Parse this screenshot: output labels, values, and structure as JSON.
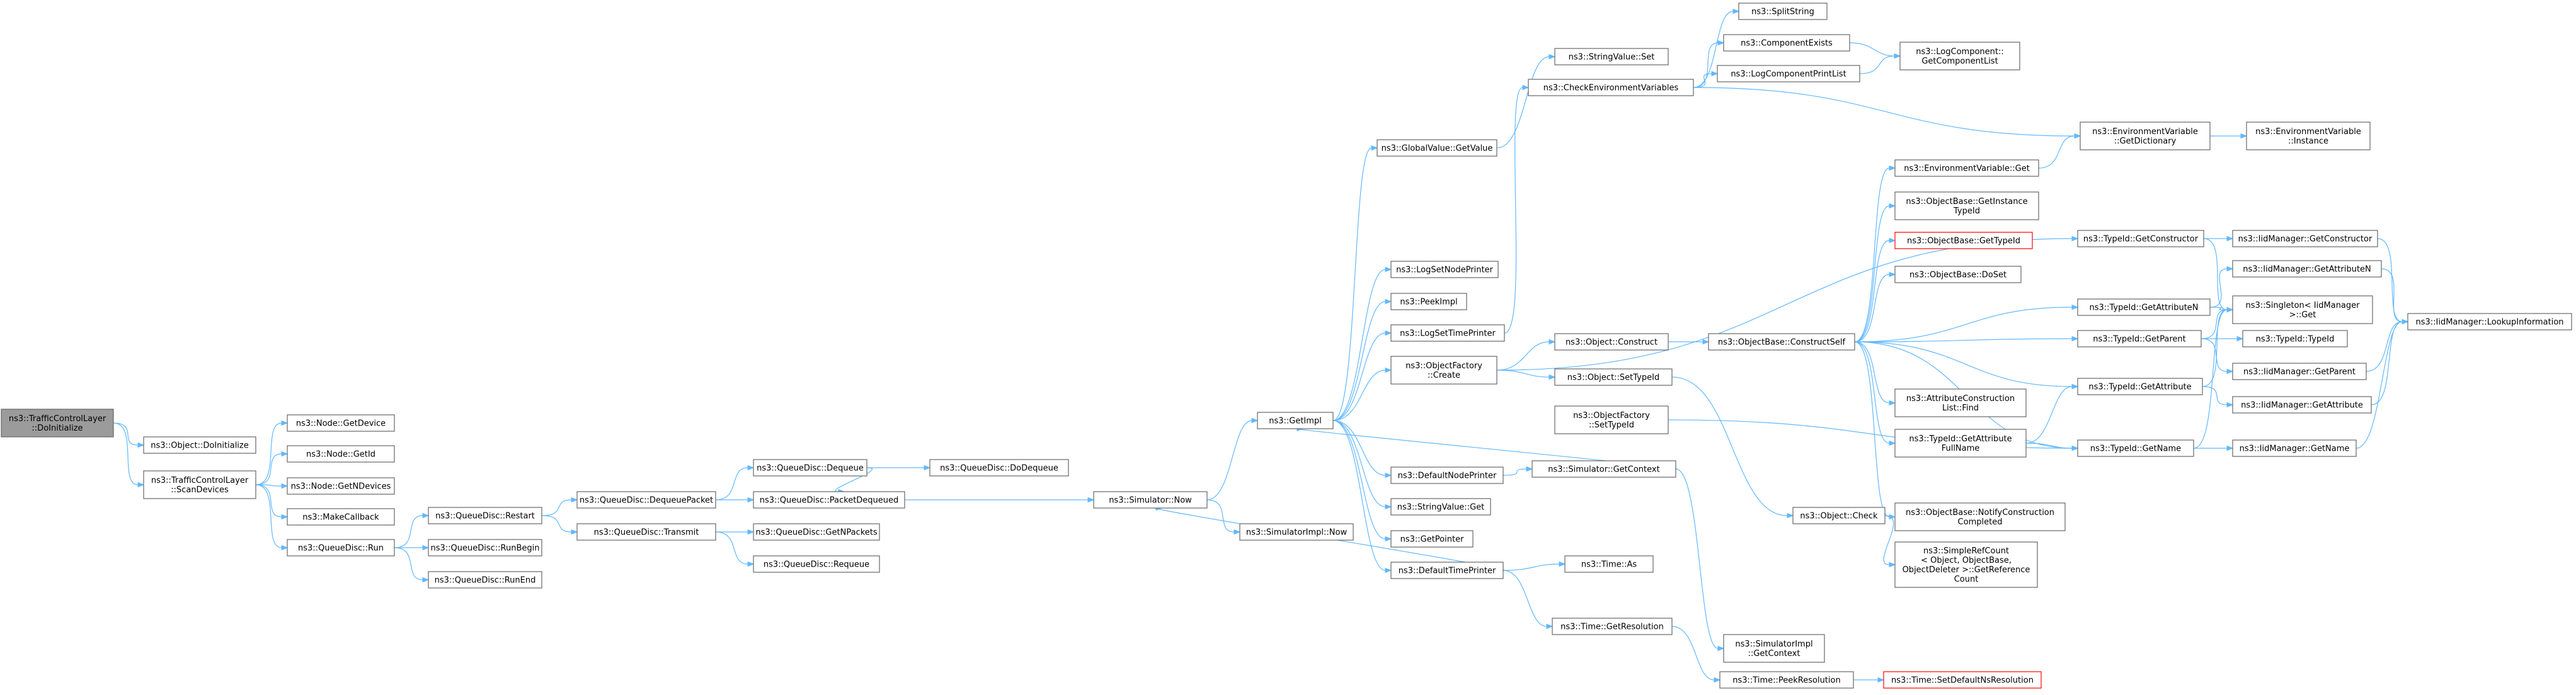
{
  "nodes": [
    {
      "id": "root",
      "lines": [
        "ns3::TrafficControlLayer",
        "::DoInitialize"
      ],
      "root": true
    },
    {
      "id": "objdoinit",
      "lines": [
        "ns3::Object::DoInitialize"
      ]
    },
    {
      "id": "scandev",
      "lines": [
        "ns3::TrafficControlLayer",
        "::ScanDevices"
      ]
    },
    {
      "id": "getdevice",
      "lines": [
        "ns3::Node::GetDevice"
      ]
    },
    {
      "id": "getid",
      "lines": [
        "ns3::Node::GetId"
      ]
    },
    {
      "id": "getndev",
      "lines": [
        "ns3::Node::GetNDevices"
      ]
    },
    {
      "id": "makecb",
      "lines": [
        "ns3::MakeCallback"
      ]
    },
    {
      "id": "qdrun",
      "lines": [
        "ns3::QueueDisc::Run"
      ]
    },
    {
      "id": "qdrestart",
      "lines": [
        "ns3::QueueDisc::Restart"
      ]
    },
    {
      "id": "qdrunbegin",
      "lines": [
        "ns3::QueueDisc::RunBegin"
      ]
    },
    {
      "id": "qdrunend",
      "lines": [
        "ns3::QueueDisc::RunEnd"
      ]
    },
    {
      "id": "qddeqpkt",
      "lines": [
        "ns3::QueueDisc::DequeuePacket"
      ]
    },
    {
      "id": "qdtransmit",
      "lines": [
        "ns3::QueueDisc::Transmit"
      ]
    },
    {
      "id": "qddequeue",
      "lines": [
        "ns3::QueueDisc::Dequeue"
      ]
    },
    {
      "id": "qdpktdeq",
      "lines": [
        "ns3::QueueDisc::PacketDequeued"
      ]
    },
    {
      "id": "qdgetnpkt",
      "lines": [
        "ns3::QueueDisc::GetNPackets"
      ]
    },
    {
      "id": "qdrequeue",
      "lines": [
        "ns3::QueueDisc::Requeue"
      ]
    },
    {
      "id": "qddodeq",
      "lines": [
        "ns3::QueueDisc::DoDequeue"
      ]
    },
    {
      "id": "simnow",
      "lines": [
        "ns3::Simulator::Now"
      ]
    },
    {
      "id": "simimplnow",
      "lines": [
        "ns3::SimulatorImpl::Now"
      ]
    },
    {
      "id": "getimpl",
      "lines": [
        "ns3::GetImpl"
      ]
    },
    {
      "id": "gvgetvalue",
      "lines": [
        "ns3::GlobalValue::GetValue"
      ]
    },
    {
      "id": "logsetnode",
      "lines": [
        "ns3::LogSetNodePrinter"
      ]
    },
    {
      "id": "peekimpl",
      "lines": [
        "ns3::PeekImpl"
      ]
    },
    {
      "id": "logsettime",
      "lines": [
        "ns3::LogSetTimePrinter"
      ]
    },
    {
      "id": "ofcreate",
      "lines": [
        "ns3::ObjectFactory",
        "::Create"
      ]
    },
    {
      "id": "defnodeprint",
      "lines": [
        "ns3::DefaultNodePrinter"
      ]
    },
    {
      "id": "strvalget",
      "lines": [
        "ns3::StringValue::Get"
      ]
    },
    {
      "id": "getpointer",
      "lines": [
        "ns3::GetPointer"
      ]
    },
    {
      "id": "deftimeprint",
      "lines": [
        "ns3::DefaultTimePrinter"
      ]
    },
    {
      "id": "strvalset",
      "lines": [
        "ns3::StringValue::Set"
      ]
    },
    {
      "id": "checkenv",
      "lines": [
        "ns3::CheckEnvironmentVariables"
      ]
    },
    {
      "id": "objconstruct",
      "lines": [
        "ns3::Object::Construct"
      ]
    },
    {
      "id": "objsettypeid",
      "lines": [
        "ns3::Object::SetTypeId"
      ]
    },
    {
      "id": "ofsettypeid",
      "lines": [
        "ns3::ObjectFactory",
        "::SetTypeId"
      ]
    },
    {
      "id": "simgetctx",
      "lines": [
        "ns3::Simulator::GetContext"
      ]
    },
    {
      "id": "timeas",
      "lines": [
        "ns3::Time::As"
      ]
    },
    {
      "id": "timegetres",
      "lines": [
        "ns3::Time::GetResolution"
      ]
    },
    {
      "id": "splitstr",
      "lines": [
        "ns3::SplitString"
      ]
    },
    {
      "id": "compexists",
      "lines": [
        "ns3::ComponentExists"
      ]
    },
    {
      "id": "logcompprint",
      "lines": [
        "ns3::LogComponentPrintList"
      ]
    },
    {
      "id": "logcompget",
      "lines": [
        "ns3::LogComponent::",
        "GetComponentList"
      ]
    },
    {
      "id": "obconstructself",
      "lines": [
        "ns3::ObjectBase::ConstructSelf"
      ]
    },
    {
      "id": "objcheck",
      "lines": [
        "ns3::Object::Check"
      ]
    },
    {
      "id": "simimplgetctx",
      "lines": [
        "ns3::SimulatorImpl",
        "::GetContext"
      ]
    },
    {
      "id": "timepeekres",
      "lines": [
        "ns3::Time::PeekResolution"
      ]
    },
    {
      "id": "timesetdef",
      "lines": [
        "ns3::Time::SetDefaultNsResolution"
      ],
      "red": true
    },
    {
      "id": "envget",
      "lines": [
        "ns3::EnvironmentVariable::Get"
      ]
    },
    {
      "id": "obgetinst",
      "lines": [
        "ns3::ObjectBase::GetInstance",
        "TypeId"
      ]
    },
    {
      "id": "obgettypeid",
      "lines": [
        "ns3::ObjectBase::GetTypeId"
      ],
      "red": true
    },
    {
      "id": "obdoset",
      "lines": [
        "ns3::ObjectBase::DoSet"
      ]
    },
    {
      "id": "attrfind",
      "lines": [
        "ns3::AttributeConstruction",
        "List::Find"
      ]
    },
    {
      "id": "tidgetattrfull",
      "lines": [
        "ns3::TypeId::GetAttribute",
        "FullName"
      ]
    },
    {
      "id": "obnotify",
      "lines": [
        "ns3::ObjectBase::NotifyConstruction",
        "Completed"
      ]
    },
    {
      "id": "simplerefcount",
      "lines": [
        "ns3::SimpleRefCount",
        "< Object, ObjectBase,",
        "ObjectDeleter >::GetReference",
        "Count"
      ]
    },
    {
      "id": "envgetdict",
      "lines": [
        "ns3::EnvironmentVariable",
        "::GetDictionary"
      ]
    },
    {
      "id": "tidgetctor",
      "lines": [
        "ns3::TypeId::GetConstructor"
      ]
    },
    {
      "id": "tidgetattrn",
      "lines": [
        "ns3::TypeId::GetAttributeN"
      ]
    },
    {
      "id": "tidgetparent",
      "lines": [
        "ns3::TypeId::GetParent"
      ]
    },
    {
      "id": "tidgetattr",
      "lines": [
        "ns3::TypeId::GetAttribute"
      ]
    },
    {
      "id": "tidgetname",
      "lines": [
        "ns3::TypeId::GetName"
      ]
    },
    {
      "id": "envinst",
      "lines": [
        "ns3::EnvironmentVariable",
        "::Instance"
      ]
    },
    {
      "id": "idmgetctor",
      "lines": [
        "ns3::IidManager::GetConstructor"
      ]
    },
    {
      "id": "idmgetattrn",
      "lines": [
        "ns3::IidManager::GetAttributeN"
      ]
    },
    {
      "id": "singleton",
      "lines": [
        "ns3::Singleton< IidManager",
        ">::Get"
      ]
    },
    {
      "id": "tidtypeid",
      "lines": [
        "ns3::TypeId::TypeId"
      ]
    },
    {
      "id": "idmgetparent",
      "lines": [
        "ns3::IidManager::GetParent"
      ]
    },
    {
      "id": "idmgetattr",
      "lines": [
        "ns3::IidManager::GetAttribute"
      ]
    },
    {
      "id": "idmgetname",
      "lines": [
        "ns3::IidManager::GetName"
      ]
    },
    {
      "id": "idmlookup",
      "lines": [
        "ns3::IidManager::LookupInformation"
      ]
    }
  ],
  "edges": [
    [
      "root",
      "objdoinit"
    ],
    [
      "root",
      "scandev"
    ],
    [
      "scandev",
      "getdevice"
    ],
    [
      "scandev",
      "getid"
    ],
    [
      "scandev",
      "getndev"
    ],
    [
      "scandev",
      "makecb"
    ],
    [
      "scandev",
      "qdrun"
    ],
    [
      "qdrun",
      "qdrestart"
    ],
    [
      "qdrun",
      "qdrunbegin"
    ],
    [
      "qdrun",
      "qdrunend"
    ],
    [
      "qdrestart",
      "qddeqpkt"
    ],
    [
      "qdrestart",
      "qdtransmit"
    ],
    [
      "qddeqpkt",
      "qddequeue"
    ],
    [
      "qddeqpkt",
      "qdpktdeq"
    ],
    [
      "qddequeue",
      "qddodeq"
    ],
    [
      "qddequeue",
      "qdpktdeq"
    ],
    [
      "qdtransmit",
      "qdgetnpkt"
    ],
    [
      "qdtransmit",
      "qdrequeue"
    ],
    [
      "qdpktdeq",
      "simnow"
    ],
    [
      "simnow",
      "getimpl"
    ],
    [
      "simnow",
      "simimplnow"
    ],
    [
      "getimpl",
      "gvgetvalue"
    ],
    [
      "getimpl",
      "logsetnode"
    ],
    [
      "getimpl",
      "peekimpl"
    ],
    [
      "getimpl",
      "logsettime"
    ],
    [
      "getimpl",
      "ofcreate"
    ],
    [
      "getimpl",
      "defnodeprint"
    ],
    [
      "getimpl",
      "strvalget"
    ],
    [
      "getimpl",
      "getpointer"
    ],
    [
      "getimpl",
      "deftimeprint"
    ],
    [
      "gvgetvalue",
      "strvalset"
    ],
    [
      "logsettime",
      "checkenv"
    ],
    [
      "checkenv",
      "splitstr"
    ],
    [
      "checkenv",
      "compexists"
    ],
    [
      "checkenv",
      "logcompprint"
    ],
    [
      "checkenv",
      "envgetdict"
    ],
    [
      "compexists",
      "logcompget"
    ],
    [
      "logcompprint",
      "logcompget"
    ],
    [
      "ofcreate",
      "objconstruct"
    ],
    [
      "ofcreate",
      "objsettypeid"
    ],
    [
      "ofcreate",
      "tidgetctor"
    ],
    [
      "objconstruct",
      "obconstructself"
    ],
    [
      "objsettypeid",
      "objcheck"
    ],
    [
      "ofsettypeid",
      "tidgetname"
    ],
    [
      "defnodeprint",
      "simgetctx"
    ],
    [
      "simgetctx",
      "getimpl"
    ],
    [
      "simgetctx",
      "simimplgetctx"
    ],
    [
      "deftimeprint",
      "timeas"
    ],
    [
      "deftimeprint",
      "timegetres"
    ],
    [
      "deftimeprint",
      "simnow"
    ],
    [
      "timegetres",
      "timepeekres"
    ],
    [
      "timepeekres",
      "timesetdef"
    ],
    [
      "obconstructself",
      "envget"
    ],
    [
      "obconstructself",
      "obgetinst"
    ],
    [
      "obconstructself",
      "obgettypeid"
    ],
    [
      "obconstructself",
      "obdoset"
    ],
    [
      "obconstructself",
      "attrfind"
    ],
    [
      "obconstructself",
      "tidgetattrfull"
    ],
    [
      "obconstructself",
      "obnotify"
    ],
    [
      "obconstructself",
      "tidgetattrn"
    ],
    [
      "obconstructself",
      "tidgetparent"
    ],
    [
      "obconstructself",
      "tidgetattr"
    ],
    [
      "obconstructself",
      "tidgetname"
    ],
    [
      "objcheck",
      "simplerefcount"
    ],
    [
      "envget",
      "envgetdict"
    ],
    [
      "envgetdict",
      "envinst"
    ],
    [
      "tidgetattrfull",
      "tidgetattr"
    ],
    [
      "tidgetattrfull",
      "tidgetname"
    ],
    [
      "tidgetctor",
      "idmgetctor"
    ],
    [
      "tidgetctor",
      "singleton"
    ],
    [
      "tidgetattrn",
      "idmgetattrn"
    ],
    [
      "tidgetattrn",
      "singleton"
    ],
    [
      "tidgetparent",
      "idmgetparent"
    ],
    [
      "tidgetparent",
      "singleton"
    ],
    [
      "tidgetparent",
      "tidtypeid"
    ],
    [
      "tidgetattr",
      "idmgetattr"
    ],
    [
      "tidgetattr",
      "singleton"
    ],
    [
      "tidgetname",
      "idmgetname"
    ],
    [
      "tidgetname",
      "singleton"
    ],
    [
      "idmgetctor",
      "idmlookup"
    ],
    [
      "idmgetattrn",
      "idmlookup"
    ],
    [
      "idmgetparent",
      "idmlookup"
    ],
    [
      "idmgetattr",
      "idmlookup"
    ],
    [
      "idmgetname",
      "idmlookup"
    ]
  ]
}
